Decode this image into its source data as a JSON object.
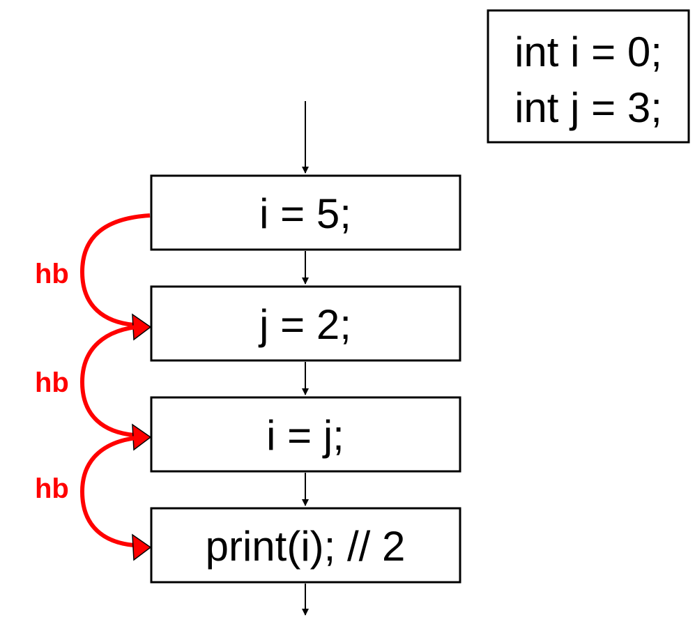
{
  "declarations": {
    "lines": [
      "int i = 0;",
      "int j = 3;"
    ]
  },
  "statements": [
    {
      "text": "i = 5;"
    },
    {
      "text": "j = 2;"
    },
    {
      "text": "i = j;"
    },
    {
      "text": "print(i); // 2"
    }
  ],
  "hb_edges": [
    {
      "label": "hb"
    },
    {
      "label": "hb"
    },
    {
      "label": "hb"
    }
  ],
  "colors": {
    "hb": "#ff0000",
    "stroke": "#000000"
  }
}
